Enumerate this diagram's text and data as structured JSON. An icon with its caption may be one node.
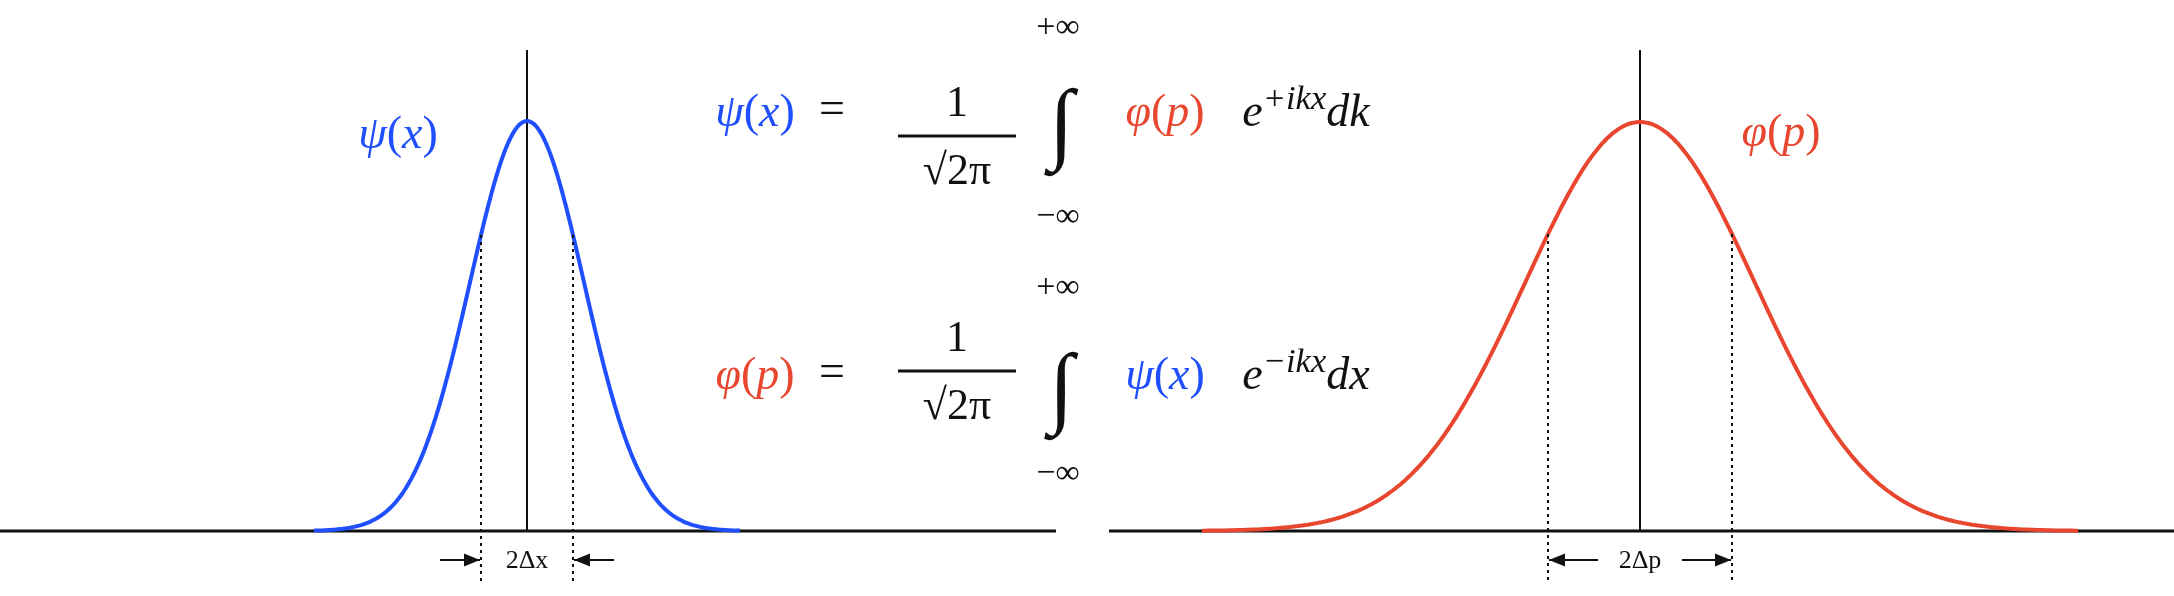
{
  "diagram": {
    "labels": [
      "*ψ*(*x*)",
      "+∞",
      "*ψ*(*x*)",
      "=",
      "1",
      "√2π",
      "∫",
      "*φ*(*p*)",
      "e$^{+ikx}$dk",
      "*φ*(*p*)",
      "−∞",
      "+∞",
      "*φ*(*p*)",
      "=",
      "1",
      "√2π",
      "∫",
      "*ψ*(*x*)",
      "e$^{−ikx}$dx",
      "−∞",
      "2Δx",
      "2Δp"
    ]
  }
}
